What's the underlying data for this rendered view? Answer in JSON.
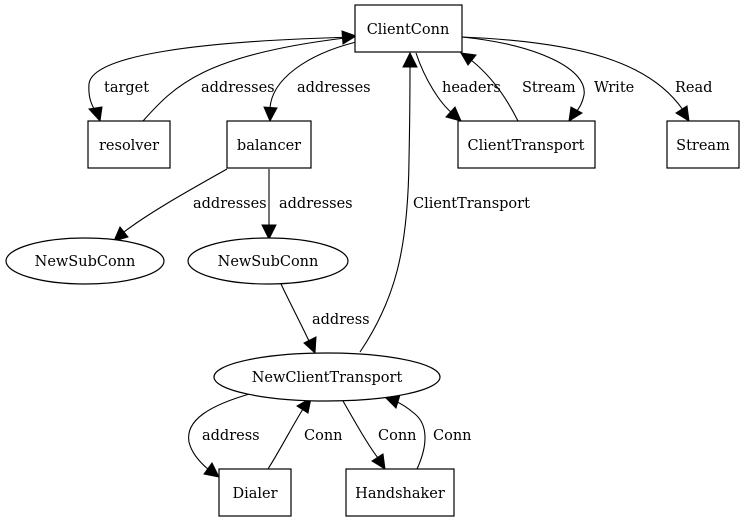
{
  "nodes": {
    "clientconn": "ClientConn",
    "resolver": "resolver",
    "balancer": "balancer",
    "clienttransport": "ClientTransport",
    "stream": "Stream",
    "newsubconn_left": "NewSubConn",
    "newsubconn_mid": "NewSubConn",
    "newclienttransport": "NewClientTransport",
    "dialer": "Dialer",
    "handshaker": "Handshaker"
  },
  "edges": {
    "target": "target",
    "addresses_from_resolver": "addresses",
    "addresses_to_balancer": "addresses",
    "headers": "headers",
    "stream_return": "Stream",
    "write": "Write",
    "read": "Read",
    "addresses_to_newsubconn_left": "addresses",
    "addresses_to_newsubconn_mid": "addresses",
    "clienttransport_return": "ClientTransport",
    "address_to_newclienttransport": "address",
    "address_to_dialer": "address",
    "conn_from_dialer": "Conn",
    "conn_to_handshaker": "Conn",
    "conn_from_handshaker": "Conn"
  }
}
